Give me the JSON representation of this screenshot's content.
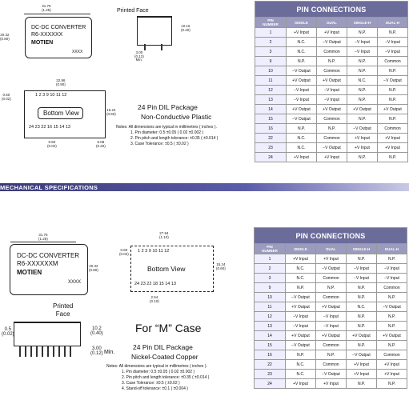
{
  "top": {
    "module": {
      "line1": "DC-DC CONVERTER",
      "line2": "R6-XXXXXX",
      "brand": "MOTIEN",
      "code": "XXXX"
    },
    "dims": {
      "width": "31.75\n(1.25)",
      "height": "20.32\n(0.80)",
      "depth": "10.16\n(0.40)",
      "pinlen": "3.00\n(0.12)\nMin.",
      "pinrow": "22.86\n(0.90)",
      "side": "0.50\n(0.02)",
      "pitch": "0.50\n(0.02)",
      "lead": "5.08\n(0.20)",
      "row": "15.24\n(0.60)"
    },
    "printed_face": "Printed Face",
    "bottom_view": "Bottom View",
    "top_pins": "1  2  3    9 10 11 12",
    "bottom_pins": "24 23 22              16 15 14 13",
    "package_title": "24 Pin DIL Package",
    "package_sub": "Non-Conductive Plastic",
    "notes": [
      "Notes: All dimensions are typical in millimetres ( inches ).",
      "1.  Pin diameter: 0.5 ±0.05 ( 0.02 ±0.002 )",
      "2.  Pin pitch and length tolerance: ±0.35 ( ±0.014 )",
      "3.  Case Tolerance: ±0.5 ( ±0.02 )"
    ]
  },
  "section_band": "MECHANICAL SPECIFICATIONS",
  "bottom": {
    "module": {
      "line1": "DC-DC CONVERTER",
      "line2": "R6-XXXXXXM",
      "brand": "MOTIEN",
      "code": "XXXX"
    },
    "dims": {
      "width": "31.75\n(1.25)",
      "height": "20.32\n(0.80)",
      "pinrow": "27.94\n(1.10)",
      "side": "0.60\n(0.02)",
      "row": "15.24\n(0.60)",
      "lead": "2.54\n(0.10)",
      "thick": "10.2\n(0.40)",
      "left": "0.5\n(0.02)",
      "pinlen": "3.00\n(0.12)"
    },
    "printed_face": "Printed\nFace",
    "min": "Min.",
    "bottom_view": "Bottom View",
    "top_pins": "1  2  3          9  10 11 12",
    "bottom_pins": "24 23 22                18 15 14 13",
    "case_label": "For “M” Case",
    "package_title": "24 Pin DIL Package",
    "package_sub": "Nickel-Coated Copper",
    "notes": [
      "Notes: All dimensions are typical in millimetres ( inches ).",
      "1.  Pin diameter: 0.5 ±0.05 ( 0.02 ±0.002 )",
      "2.  Pin pitch and length tolerance: ±0.35 ( ±0.014 )",
      "3.  Case Tolerance: ±0.5 ( ±0.02 )",
      "4.  Stand-off tolerance: ±0.1 ( ±0.004 )"
    ]
  },
  "pin_table": {
    "title": "PIN CONNECTIONS",
    "columns": [
      "PIN\nNUMBER",
      "SINGLE",
      "DUAL",
      "SINGLE-H",
      "DUAL-H"
    ],
    "rows": [
      [
        "1",
        "+V Input",
        "+V Input",
        "N.P.",
        "N.P."
      ],
      [
        "2",
        "N.C.",
        "−V Output",
        "−V Input",
        "−V Input"
      ],
      [
        "3",
        "N.C.",
        "Common",
        "−V Input",
        "−V Input"
      ],
      [
        "9",
        "N.P.",
        "N.P.",
        "N.P.",
        "Common"
      ],
      [
        "10",
        "−V Output",
        "Common",
        "N.P.",
        "N.P."
      ],
      [
        "11",
        "+V Output",
        "+V Output",
        "N.C.",
        "−V Output"
      ],
      [
        "12",
        "−V Input",
        "−V Input",
        "N.P.",
        "N.P."
      ],
      [
        "13",
        "−V Input",
        "−V Input",
        "N.P.",
        "N.P."
      ],
      [
        "14",
        "+V Output",
        "+V Output",
        "+V Output",
        "+V Output"
      ],
      [
        "15",
        "−V Output",
        "Common",
        "N.P.",
        "N.P."
      ],
      [
        "16",
        "N.P.",
        "N.P.",
        "−V Output",
        "Common"
      ],
      [
        "22",
        "N.C.",
        "Common",
        "+V Input",
        "+V Input"
      ],
      [
        "23",
        "N.C.",
        "−V Output",
        "+V Input",
        "+V Input"
      ],
      [
        "24",
        "+V Input",
        "+V Input",
        "N.P.",
        "N.P."
      ]
    ]
  },
  "colors": {
    "table_header": "#6b6c9a",
    "table_subheader": "#9b9bbd",
    "band": "#3b3a78"
  }
}
